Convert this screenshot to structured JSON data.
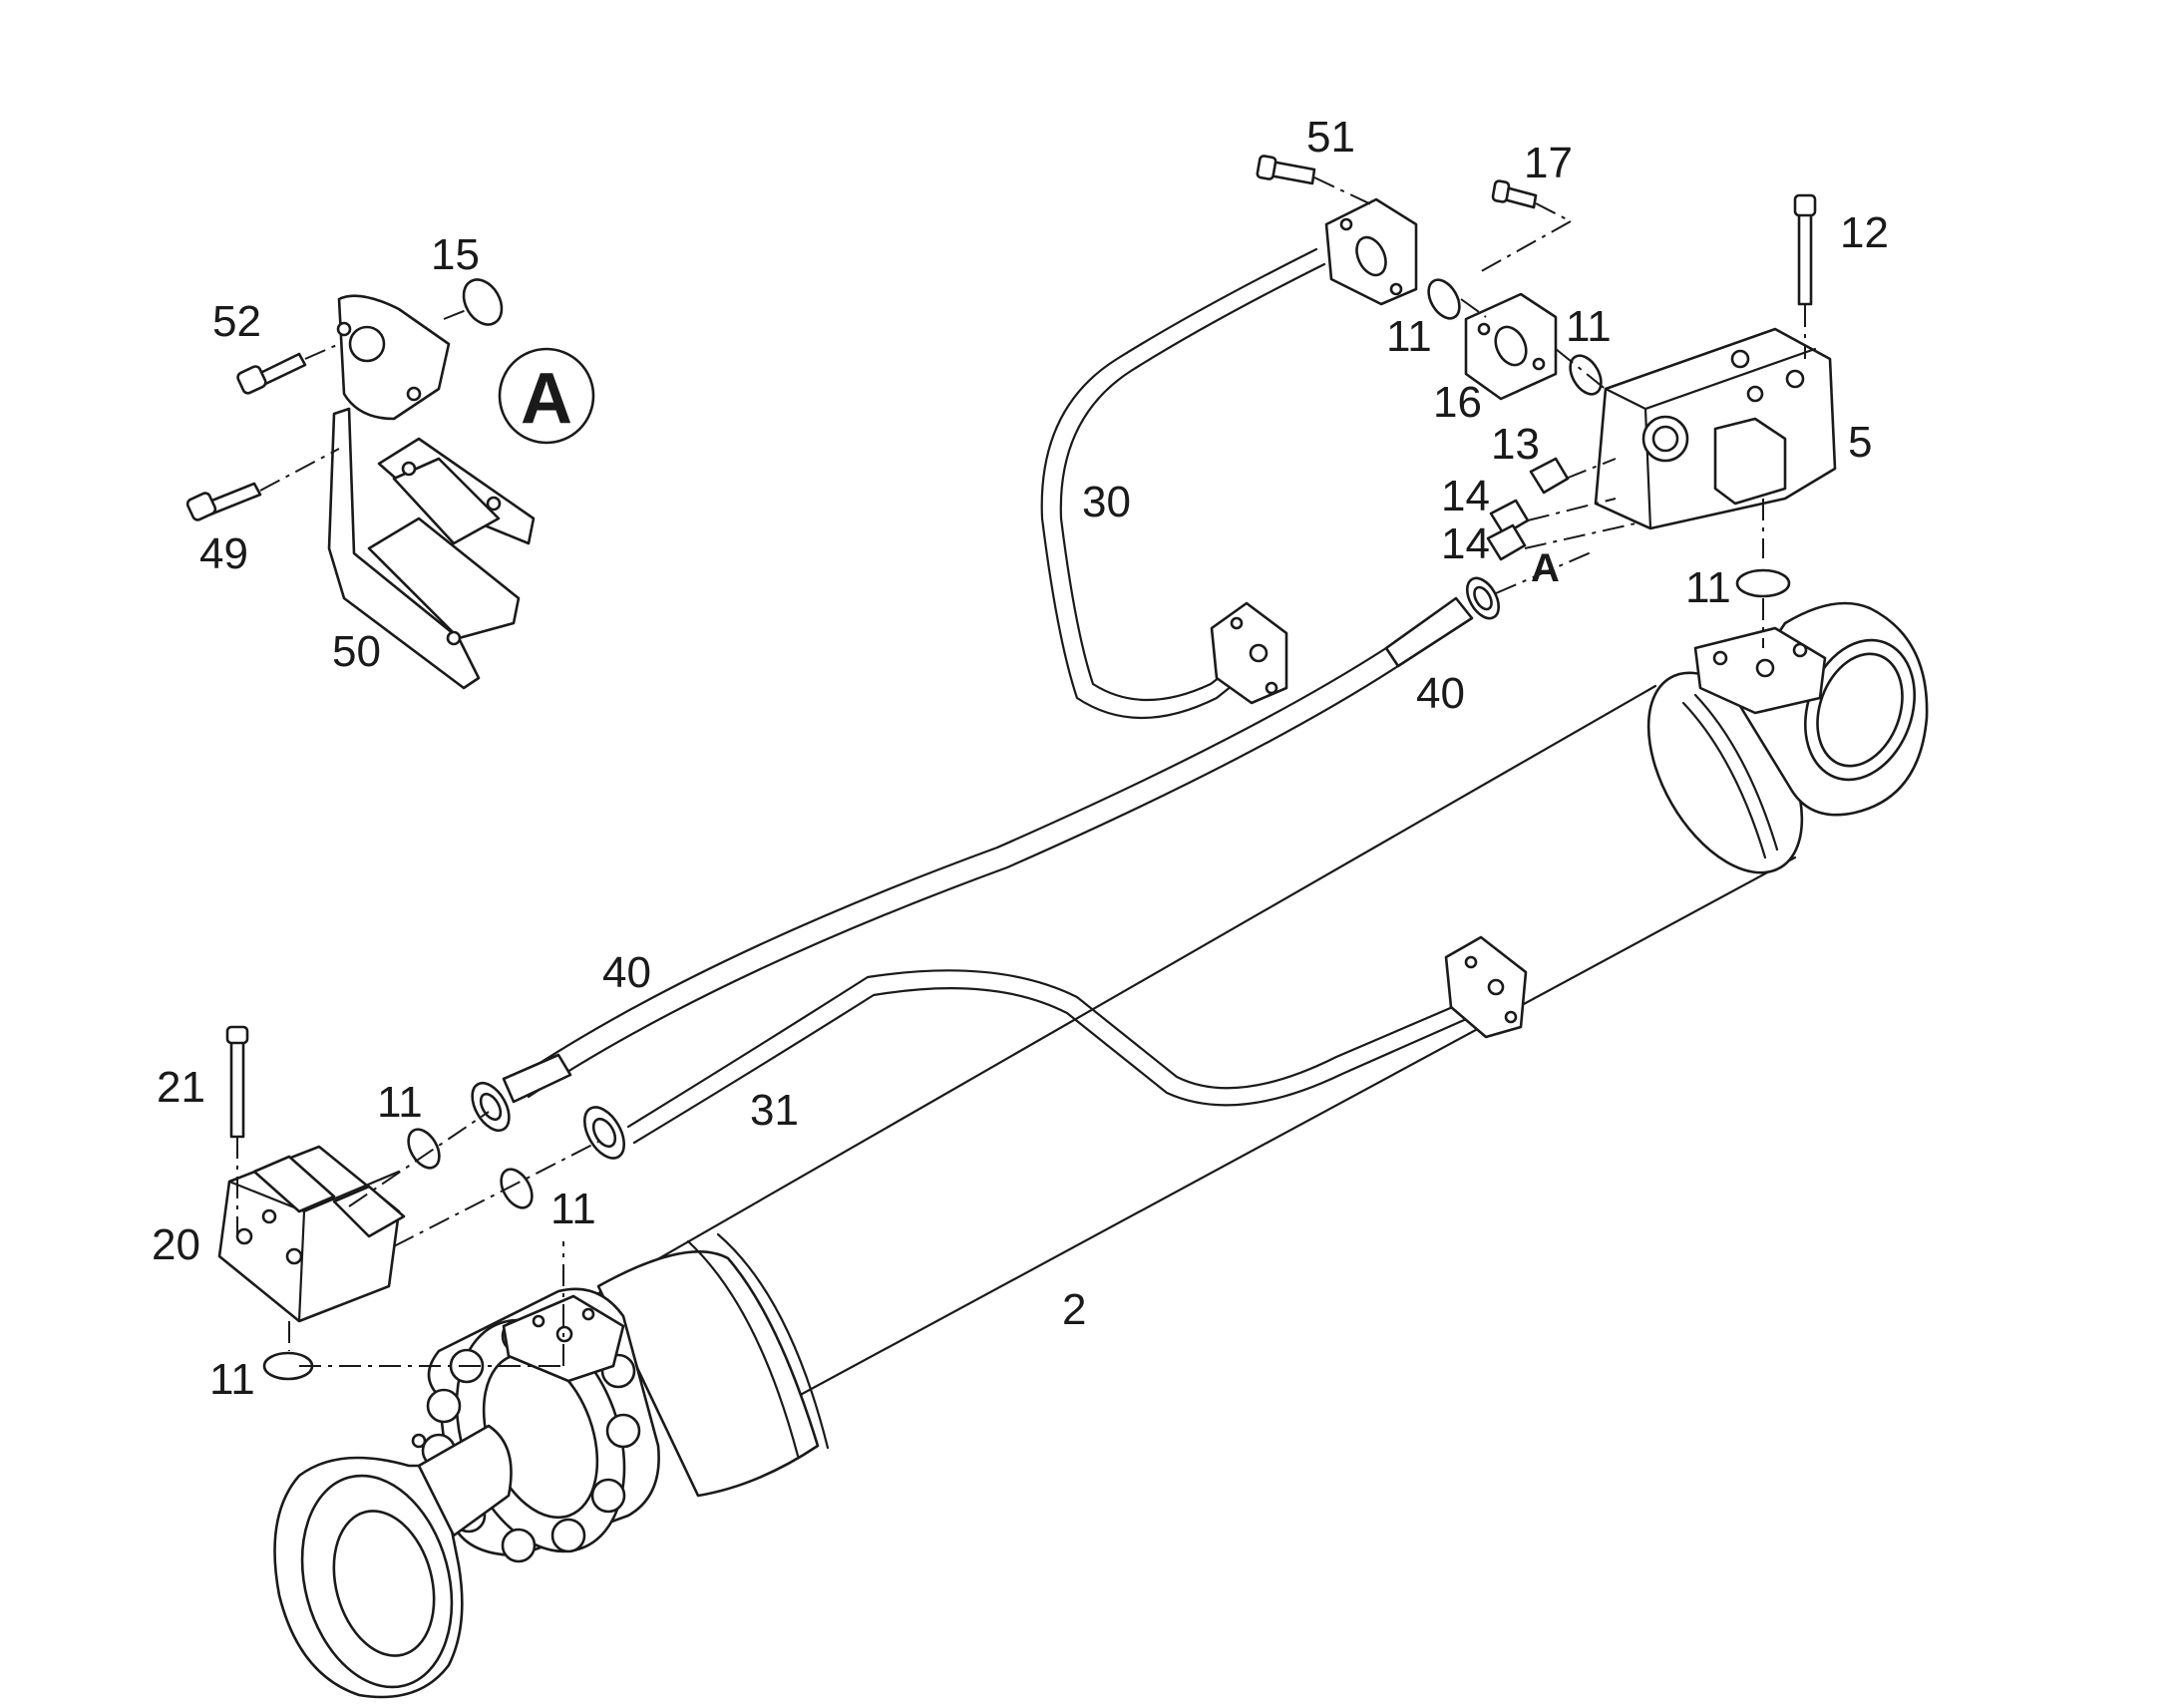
{
  "detail_marker": "A",
  "connection_mark": "A",
  "callouts": {
    "c51": "51",
    "c17": "17",
    "c12": "12",
    "c15": "15",
    "c52": "52",
    "c11_a": "11",
    "c11_b": "11",
    "c16": "16",
    "c13": "13",
    "c5": "5",
    "c14_a": "14",
    "c14_b": "14",
    "c11_c": "11",
    "c49": "49",
    "c30": "30",
    "c50": "50",
    "c40_top": "40",
    "c40_bottom": "40",
    "c21": "21",
    "c11_d": "11",
    "c31": "31",
    "c11_e": "11",
    "c20": "20",
    "c2": "2",
    "c11_f": "11"
  }
}
